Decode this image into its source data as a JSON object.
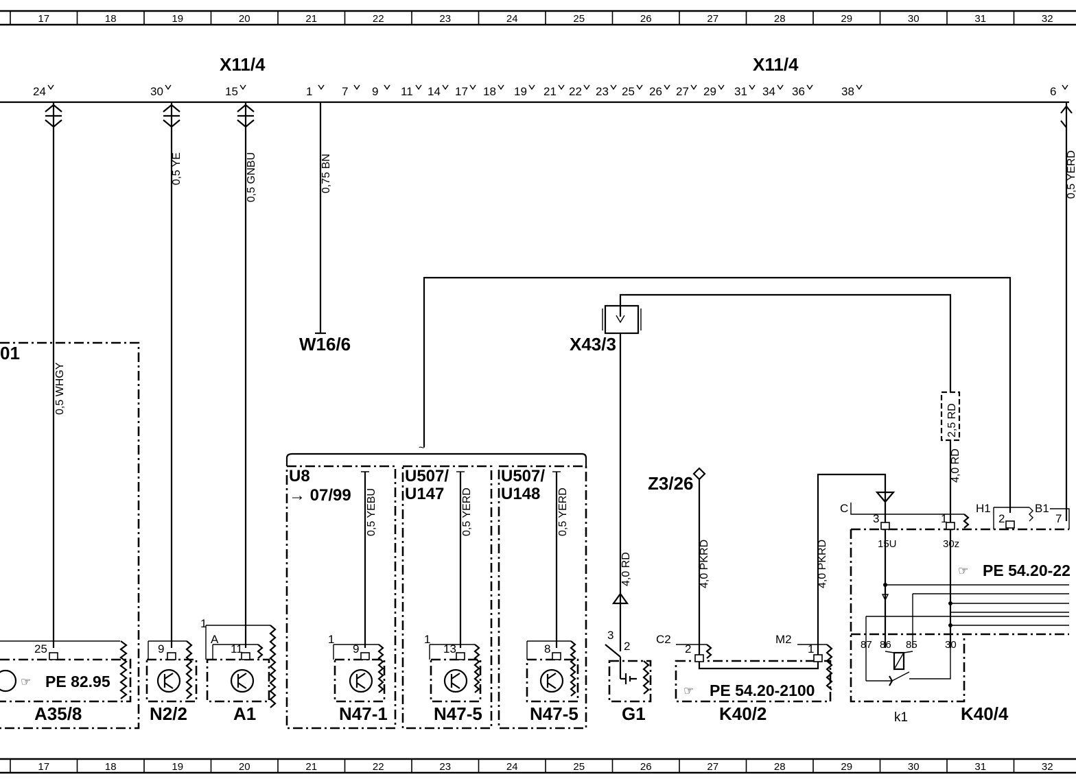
{
  "grid": [
    "17",
    "18",
    "19",
    "20",
    "21",
    "22",
    "23",
    "24",
    "25",
    "26",
    "27",
    "28",
    "29",
    "30",
    "31",
    "32"
  ],
  "connectors": {
    "x11_4_left": "X11/4",
    "x11_4_right": "X11/4",
    "pins": [
      "24",
      "30",
      "15",
      "1",
      "7",
      "9",
      "11",
      "14",
      "17",
      "18",
      "19",
      "21",
      "22",
      "23",
      "25",
      "26",
      "27",
      "29",
      "31",
      "34",
      "36",
      "38",
      "6"
    ]
  },
  "wires": {
    "w_a35": "0,5 WHGY",
    "w_n22": "0,5 YE",
    "w_a1": "0,5 GNBU",
    "w_w16": "0,75 BN",
    "w_u8": "0,5 YEBU",
    "w_u147": "0,5 YERD",
    "w_u148": "0,5 YERD",
    "w_g1": "4,0 RD",
    "w_z3": "4,0 PKRD",
    "w_m2": "4,0 PKRD",
    "w_rd25": "2,5 RD",
    "w_rd40": "4,0 RD",
    "w_right": "0,5 YERD"
  },
  "labels": {
    "w16_6": "W16/6",
    "x43_3": "X43/3",
    "z3_26": "Z3/26",
    "n01": "01",
    "u8": "U8",
    "u8_date": "→ 07/99",
    "u507a": "U507/",
    "u147": "U147",
    "u507b": "U507/",
    "u148": "U148"
  },
  "components": {
    "a35_8": "A35/8",
    "n2_2": "N2/2",
    "a1": "A1",
    "n47_1": "N47-1",
    "n47_5a": "N47-5",
    "n47_5b": "N47-5",
    "g1": "G1",
    "k40_2": "K40/2",
    "k40_4": "K40/4",
    "k1": "k1"
  },
  "refs": {
    "pe_a35": "PE  82.95",
    "pe_k40_2": "PE  54.20-2100",
    "pe_k40_4": "PE  54.20-22"
  },
  "pin_labels": {
    "p25": "25",
    "p9": "9",
    "p11": "11",
    "pA": "A",
    "p1a": "1",
    "p9b": "9",
    "p1b": "1",
    "p13": "13",
    "p1c": "1",
    "p8": "8",
    "p3": "3",
    "p2": "2",
    "c2": "C2",
    "p2b": "2",
    "m2": "M2",
    "p1d": "1",
    "c": "C",
    "p3b": "3",
    "p1e": "1",
    "h1": "H1",
    "b1": "B1",
    "p2c": "2",
    "p7": "7",
    "t15u": "15U",
    "t30z": "30z",
    "t87": "87",
    "t86": "86",
    "t85": "85",
    "t30": "30"
  }
}
